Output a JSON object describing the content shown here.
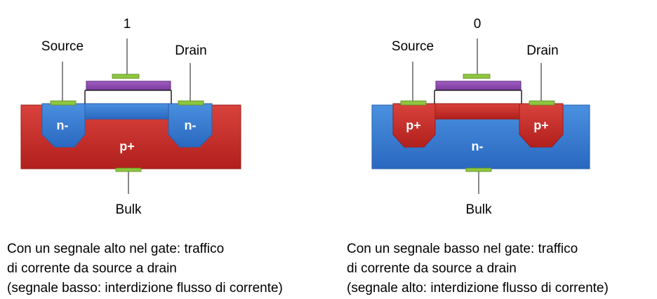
{
  "nmos": {
    "gate_signal": "1",
    "source_label": "Source",
    "drain_label": "Drain",
    "bulk_label": "Bulk",
    "left_well_label": "n-",
    "right_well_label": "n-",
    "substrate_label": "p+",
    "caption_lines": [
      "Con un segnale alto nel gate: traffico",
      "di corrente da source a drain",
      "(segnale basso: interdizione flusso di corrente)"
    ]
  },
  "pmos": {
    "gate_signal": "0",
    "source_label": "Source",
    "drain_label": "Drain",
    "bulk_label": "Bulk",
    "left_well_label": "p+",
    "right_well_label": "p+",
    "substrate_label": "n-",
    "caption_lines": [
      "Con un segnale basso nel gate: traffico",
      "di corrente da source a drain",
      "(segnale alto: interdizione flusso di corrente)"
    ]
  },
  "colors": {
    "p_region": "#c9302c",
    "n_region": "#3a7fd5",
    "gate_oxide": "#8e44ad",
    "contact": "#8ec63f",
    "wire": "#8a8a8a"
  }
}
